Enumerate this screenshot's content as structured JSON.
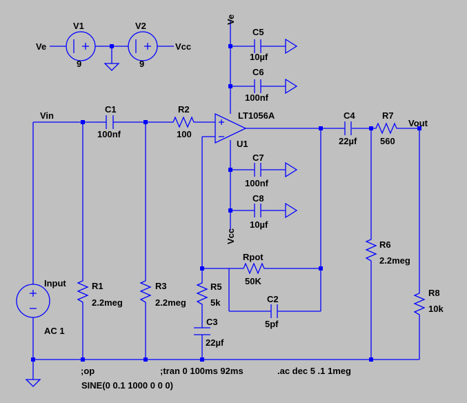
{
  "colors": {
    "background": "#c0c0c0",
    "wire": "#0000ff",
    "text": "#000000"
  },
  "components": {
    "V1": {
      "ref": "V1",
      "value": "9"
    },
    "V2": {
      "ref": "V2",
      "value": "9"
    },
    "C1": {
      "ref": "C1",
      "value": "100nf"
    },
    "R2": {
      "ref": "R2",
      "value": "100"
    },
    "U1": {
      "ref": "U1",
      "value": "LT1056A"
    },
    "C4": {
      "ref": "C4",
      "value": "22µf"
    },
    "R7": {
      "ref": "R7",
      "value": "560"
    },
    "C5": {
      "ref": "C5",
      "value": "10µf"
    },
    "C6": {
      "ref": "C6",
      "value": "100nf"
    },
    "C7": {
      "ref": "C7",
      "value": "100nf"
    },
    "C8": {
      "ref": "C8",
      "value": "10µf"
    },
    "R1": {
      "ref": "R1",
      "value": "2.2meg"
    },
    "R3": {
      "ref": "R3",
      "value": "2.2meg"
    },
    "R5": {
      "ref": "R5",
      "value": "5k"
    },
    "C3": {
      "ref": "C3",
      "value": "22µf"
    },
    "Rpot": {
      "ref": "Rpot",
      "value": "50K"
    },
    "C2": {
      "ref": "C2",
      "value": "5pf"
    },
    "R6": {
      "ref": "R6",
      "value": "2.2meg"
    },
    "R8": {
      "ref": "R8",
      "value": "10k"
    },
    "Input": {
      "ref": "Input",
      "value": "AC 1",
      "waveform": "SINE(0 0.1 1000 0 0 0)"
    }
  },
  "nets": {
    "ve": "Ve",
    "vcc": "Vcc",
    "vin": "Vin",
    "vout": "Vout"
  },
  "directives": {
    "op": ";op",
    "tran": ";tran 0 100ms 92ms",
    "ac": ".ac dec 5 .1 1meg"
  }
}
